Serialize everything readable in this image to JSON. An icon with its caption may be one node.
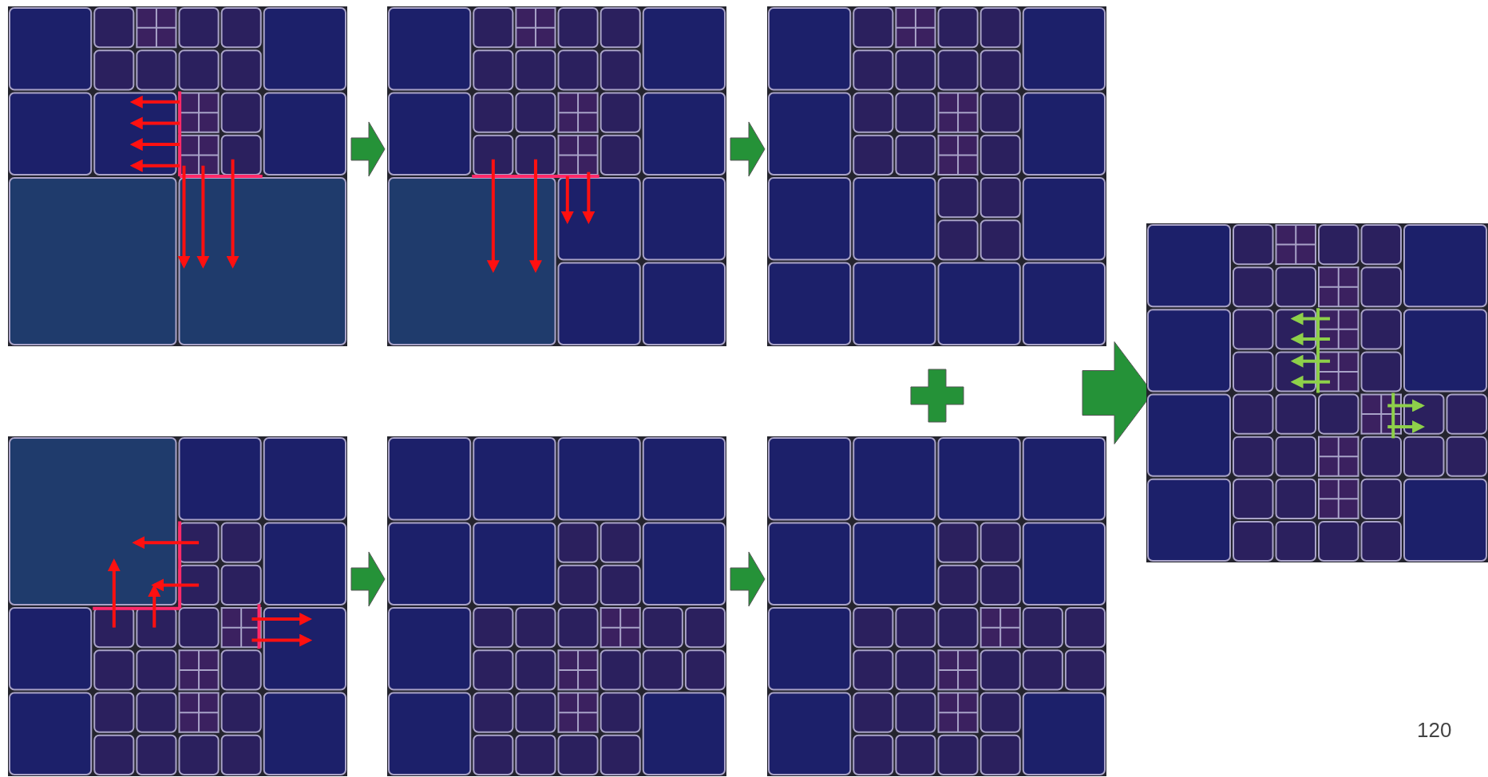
{
  "diagram": {
    "nodes": [
      {
        "text": [],
        "shape": "picture"
      },
      {
        "text": [],
        "shape": "picture"
      },
      {
        "text": [],
        "shape": "picture"
      },
      {
        "text": [],
        "shape": "picture"
      },
      {
        "text": [],
        "shape": "picture"
      },
      {
        "text": [],
        "shape": "picture"
      },
      {
        "text": [],
        "shape": "picture"
      }
    ],
    "edges": [
      {
        "from": 0,
        "to": 1,
        "arrow": "to"
      },
      {
        "from": 1,
        "to": 2,
        "arrow": "to"
      },
      {
        "from": 3,
        "to": 4,
        "arrow": "to"
      },
      {
        "from": 4,
        "to": 5,
        "arrow": "to"
      },
      {
        "from": 2,
        "to": 6,
        "arrow": "to"
      },
      {
        "from": 5,
        "to": 6,
        "arrow": "to"
      }
    ],
    "labels": [
      "120"
    ]
  }
}
